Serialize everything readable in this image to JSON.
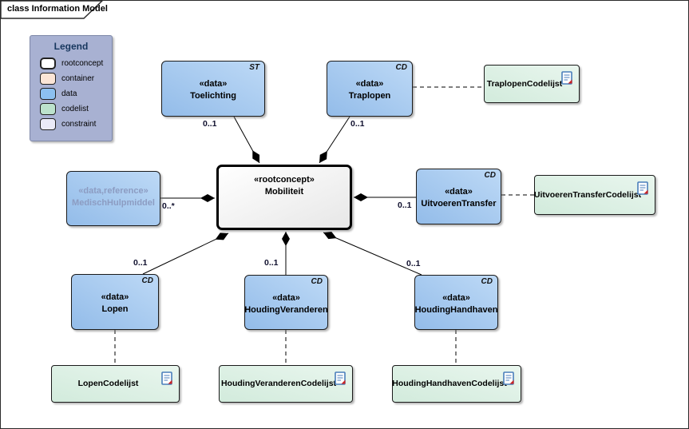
{
  "frame": {
    "tab_label": "class Information Model"
  },
  "legend": {
    "title": "Legend",
    "items": [
      {
        "label": "rootconcept",
        "color": "#ffffff"
      },
      {
        "label": "container",
        "color": "#fbe5d6"
      },
      {
        "label": "data",
        "color": "#8cc0f0"
      },
      {
        "label": "codelist",
        "color": "#bce2cc"
      },
      {
        "label": "constraint",
        "color": "#eaeaf8"
      }
    ]
  },
  "nodes": {
    "toelichting": {
      "stereotype": "«data»",
      "name": "Toelichting",
      "tag": "ST"
    },
    "traplopen": {
      "stereotype": "«data»",
      "name": "Traplopen",
      "tag": "CD"
    },
    "mobiliteit": {
      "stereotype": "«rootconcept»",
      "name": "Mobiliteit"
    },
    "medischhulpmiddel": {
      "stereotype": "«data,reference»",
      "name": "MedischHulpmiddel"
    },
    "uitvoerentransfer": {
      "stereotype": "«data»",
      "name": "UitvoerenTransfer",
      "tag": "CD"
    },
    "lopen": {
      "stereotype": "«data»",
      "name": "Lopen",
      "tag": "CD"
    },
    "houdingveranderen": {
      "stereotype": "«data»",
      "name": "HoudingVeranderen",
      "tag": "CD"
    },
    "houdinghandhaven": {
      "stereotype": "«data»",
      "name": "HoudingHandhaven",
      "tag": "CD"
    },
    "traplopencodelijst": {
      "name": "TraplopenCodelijst"
    },
    "uitvoerentransfercodelijst": {
      "name": "UitvoerenTransferCodelijst"
    },
    "lopencodelijst": {
      "name": "LopenCodelijst"
    },
    "houdingveranderencodelijst": {
      "name": "HoudingVeranderenCodelijst"
    },
    "houdinghandhavencodelijst": {
      "name": "HoudingHandhavenCodelijst"
    }
  },
  "multiplicities": {
    "toelichting": "0..1",
    "traplopen": "0..1",
    "medischhulpmiddel": "0..*",
    "uitvoerentransfer": "0..1",
    "lopen": "0..1",
    "houdingveranderen": "0..1",
    "houdinghandhaven": "0..1"
  }
}
